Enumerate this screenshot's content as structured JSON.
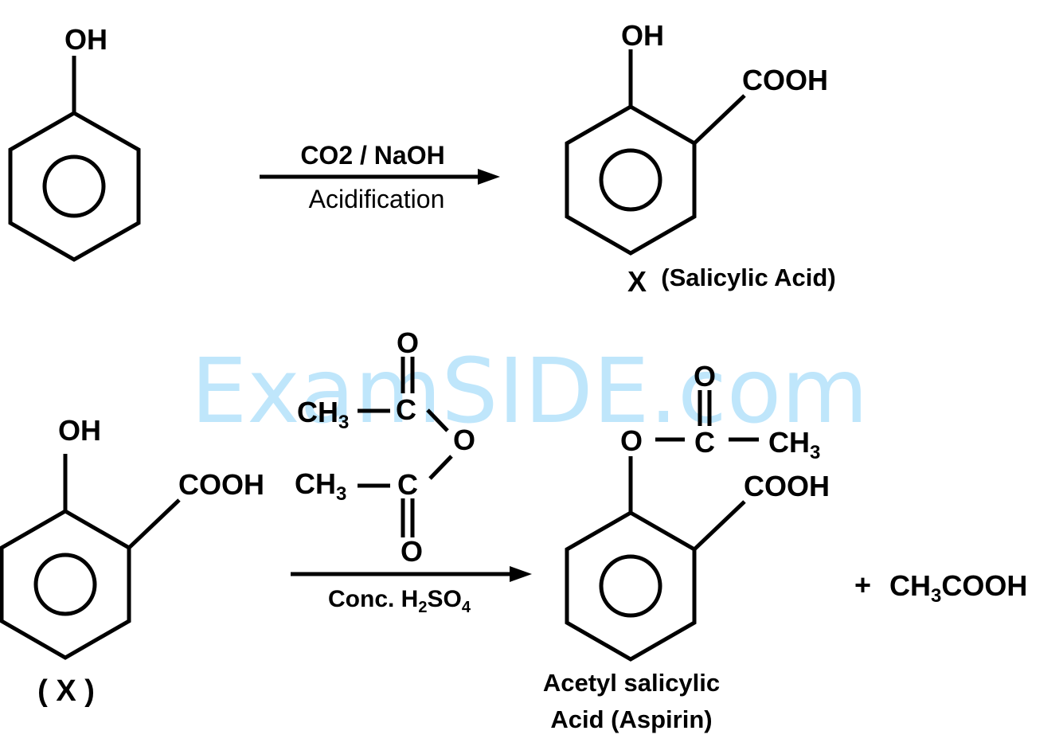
{
  "watermark": "ExamSIDE.com",
  "colors": {
    "watermark": "#bfe6fb",
    "ink": "#000000"
  },
  "reaction1": {
    "reactant_group": "OH",
    "reagent_top": "CO2 / NaOH",
    "reagent_bottom": "Acidification",
    "product_oh": "OH",
    "product_cooh": "COOH",
    "product_letter": "X",
    "product_name": "(Salicylic Acid)"
  },
  "reaction2": {
    "reactant_oh": "OH",
    "reactant_cooh": "COOH",
    "reactant_label": "( X )",
    "anhydride": {
      "o": "O",
      "c": "C",
      "ch": "CH",
      "sub3": "3"
    },
    "catalyst": {
      "main": "Conc. H",
      "sub2": "2",
      "so": "SO",
      "sub4": "4"
    },
    "product_o": "O",
    "product_c": "C",
    "product_cooh": "COOH",
    "product_name_line1": "Acetyl salicylic",
    "product_name_line2": "Acid (Aspirin)",
    "byproduct": {
      "plus": "+",
      "ch": "CH",
      "sub3": "3",
      "cooh": "COOH"
    }
  }
}
